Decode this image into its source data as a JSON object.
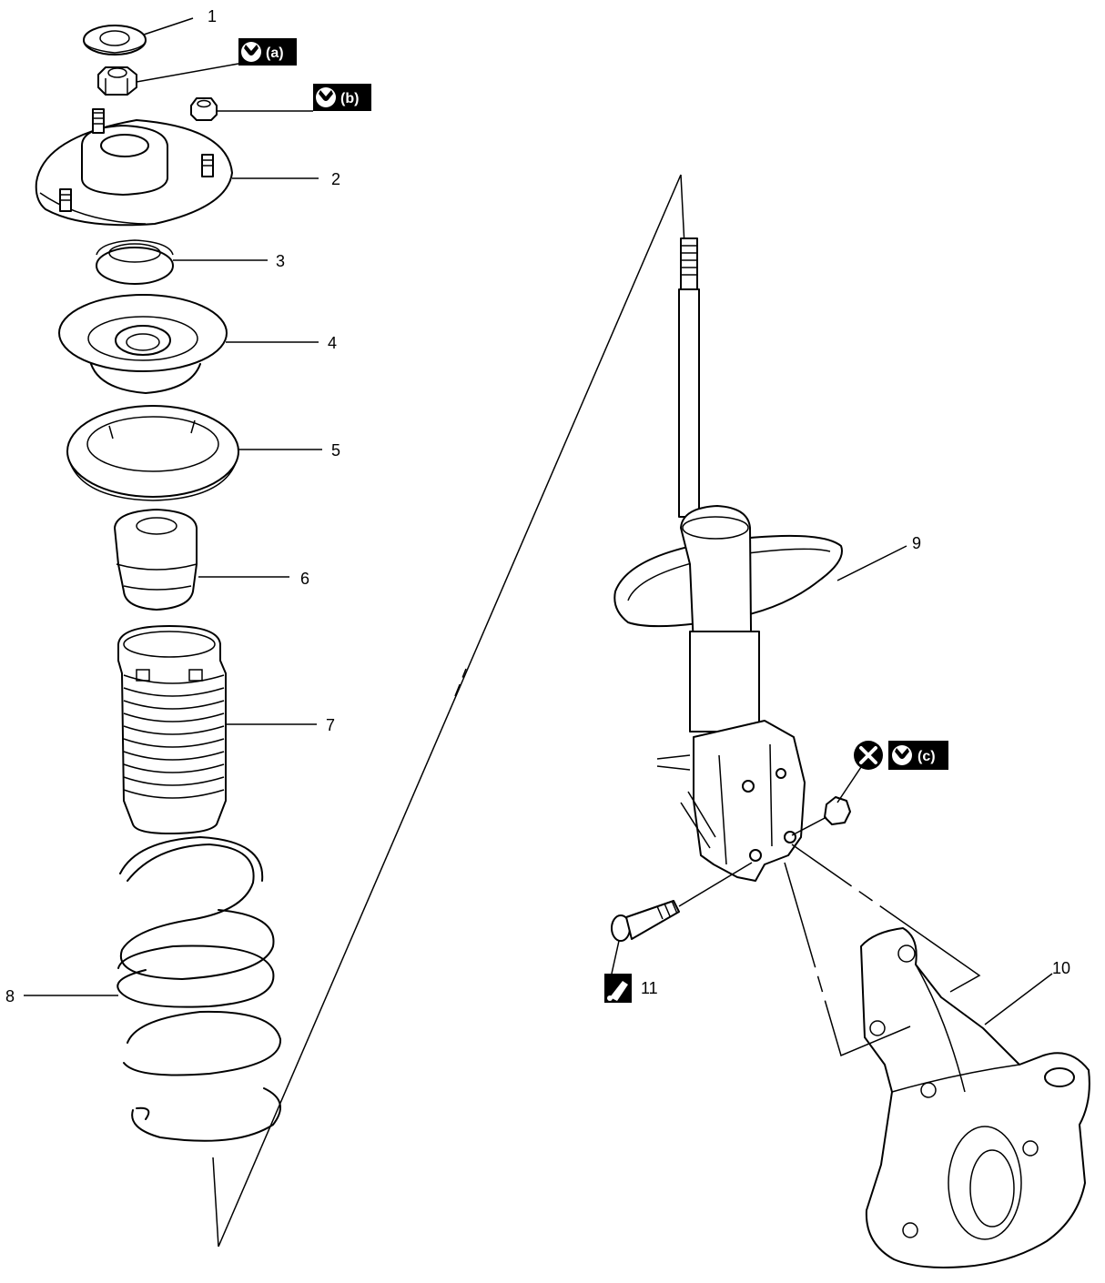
{
  "callouts": {
    "c1": "1",
    "c2": "2",
    "c3": "3",
    "c4": "4",
    "c5": "5",
    "c6": "6",
    "c7": "7",
    "c8": "8",
    "c9": "9",
    "c10": "10",
    "c11": "11"
  },
  "badges": {
    "a": "(a)",
    "b": "(b)",
    "c": "(c)"
  },
  "icons": {
    "torque": "wrench-icon",
    "replace": "do-not-reuse-icon",
    "adhesive": "sealant-icon"
  },
  "colors": {
    "line": "#000000",
    "background": "#ffffff"
  }
}
